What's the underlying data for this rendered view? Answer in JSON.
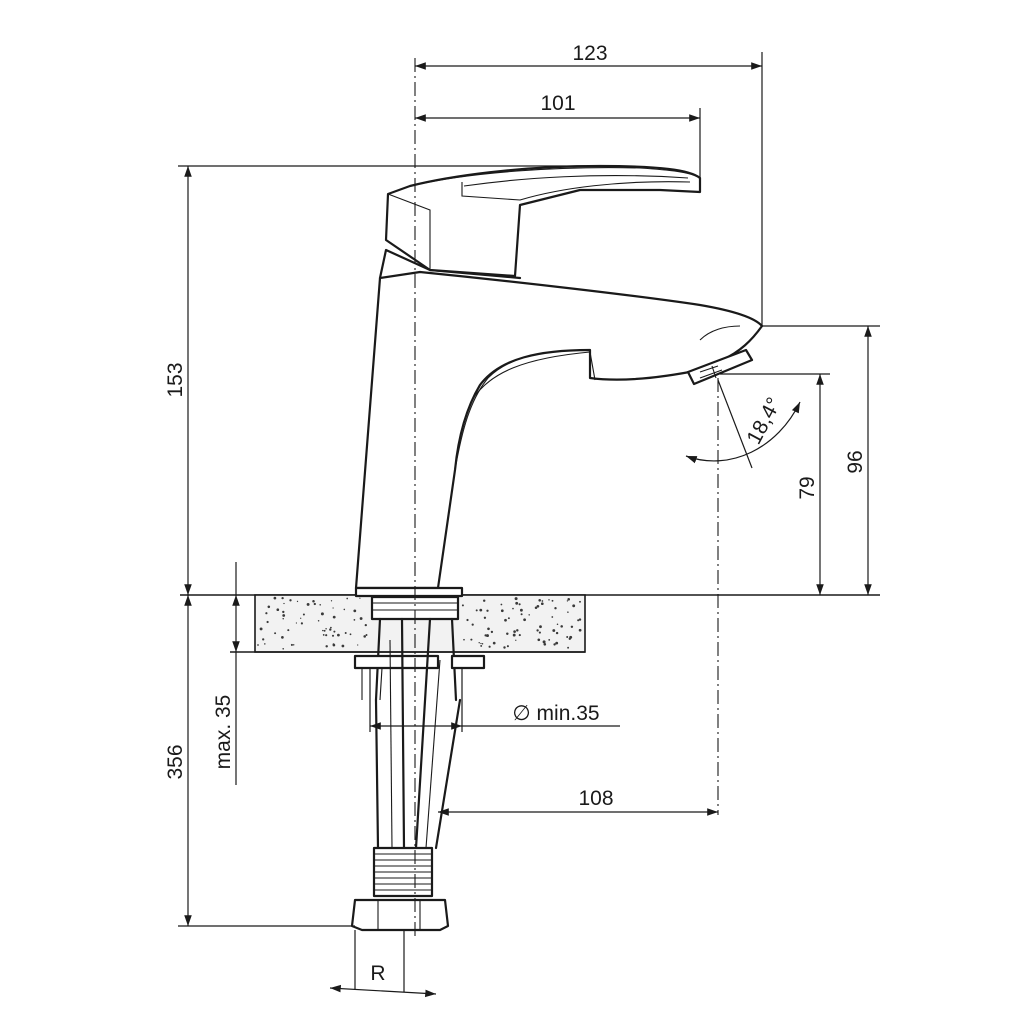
{
  "dimensions": {
    "overall_depth": "123",
    "lever_length": "101",
    "total_height": "153",
    "spout_height": "96",
    "outlet_height": "79",
    "spray_angle": "18,4°",
    "hole_diameter": "∅ min.35",
    "outlet_reach": "108",
    "max_counter": "max. 35",
    "hose_length": "356",
    "thread": "R"
  }
}
